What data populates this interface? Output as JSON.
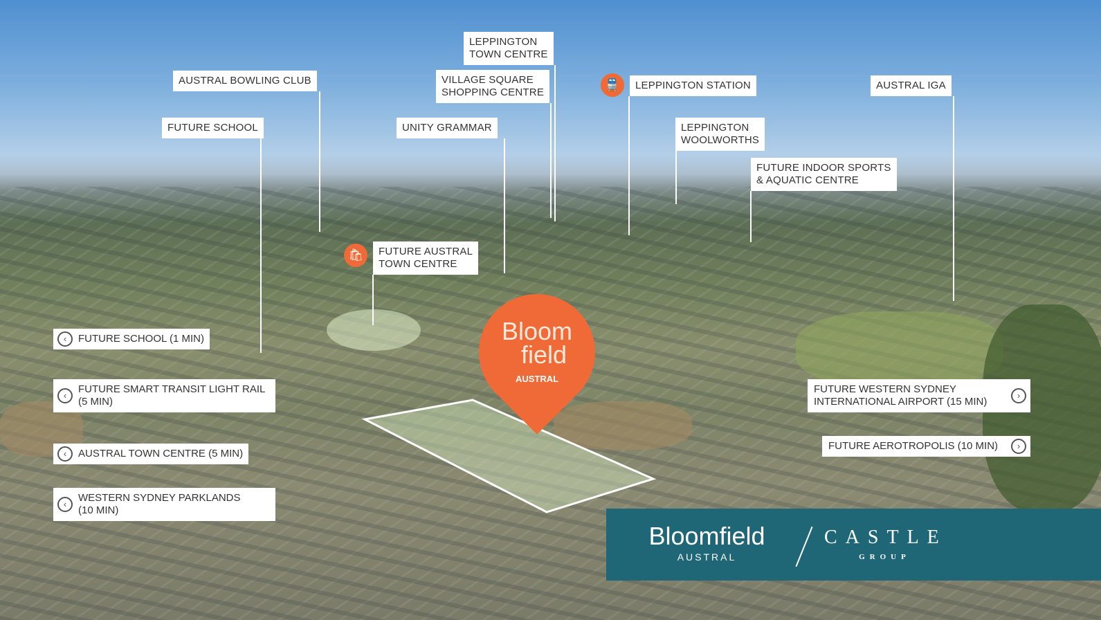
{
  "pin": {
    "brand_line1": "Bloom",
    "brand_line2": "field",
    "suburb": "AUSTRAL"
  },
  "top_labels": [
    {
      "text": "LEPPINGTON TOWN CENTRE",
      "l1": "LEPPINGTON",
      "l2": "TOWN CENTRE"
    },
    {
      "text": "AUSTRAL BOWLING CLUB"
    },
    {
      "l1": "VILLAGE SQUARE",
      "l2": "SHOPPING CENTRE"
    },
    {
      "text": "LEPPINGTON STATION",
      "icon": "train-icon"
    },
    {
      "text": "AUSTRAL IGA"
    },
    {
      "text": "FUTURE SCHOOL"
    },
    {
      "text": "UNITY GRAMMAR"
    },
    {
      "l1": "LEPPINGTON",
      "l2": "WOOLWORTHS"
    },
    {
      "l1": "FUTURE INDOOR SPORTS",
      "l2": "& AQUATIC CENTRE"
    },
    {
      "l1": "FUTURE AUSTRAL",
      "l2": "TOWN CENTRE",
      "icon": "shopping-bag-icon"
    }
  ],
  "left_chips": [
    {
      "l1": "FUTURE SCHOOL (1 MIN)"
    },
    {
      "l1": "FUTURE SMART TRANSIT LIGHT RAIL",
      "l2": "(5 MIN)"
    },
    {
      "l1": "AUSTRAL TOWN CENTRE (5 MIN)"
    },
    {
      "l1": "WESTERN SYDNEY PARKLANDS",
      "l2": "(10 MIN)"
    }
  ],
  "right_chips": [
    {
      "l1": "FUTURE WESTERN SYDNEY",
      "l2": "INTERNATIONAL AIRPORT (15 MIN)"
    },
    {
      "l1": "FUTURE AEROTROPOLIS (10 MIN)"
    }
  ],
  "banner": {
    "brand": "Bloomfield",
    "suburb": "AUSTRAL",
    "partner": "CASTLE",
    "partner_sub": "GROUP",
    "color": "#1f6677"
  },
  "colors": {
    "accent": "#ef6a36"
  }
}
